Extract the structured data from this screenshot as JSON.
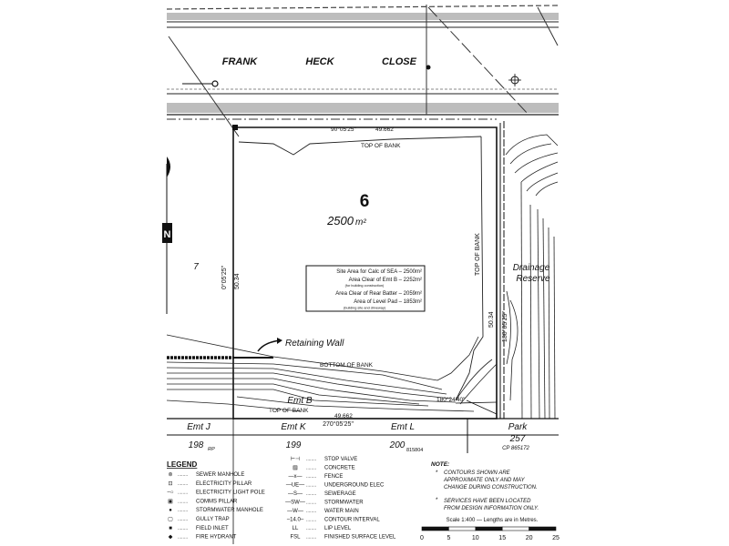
{
  "street": {
    "w1": "FRANK",
    "w2": "HECK",
    "w3": "CLOSE"
  },
  "lot": {
    "number": "6",
    "area": "2500",
    "area_unit": "m²",
    "west_bearing": "0°05'25\"",
    "west_length": "50.34",
    "north_bearing": "90°05'25\"",
    "north_length": "49.662",
    "east_bearing": "180°05'25\"",
    "east_length": "50.34",
    "south_bearing": "270°05'25\"",
    "south_length": "49.662",
    "se_bearing": "180°24'40\""
  },
  "adjacent": {
    "lot7": "7",
    "emt_j": "Emt J",
    "emt_k": "Emt K",
    "emt_l": "Emt L",
    "emt_b": "Emt B",
    "lot198": "198",
    "lot198_plan": "RP",
    "lot199": "199",
    "lot200": "200",
    "lot200_plan": "815804",
    "park": "Park",
    "park_lot": "257",
    "park_plan": "CP 865172"
  },
  "labels": {
    "top_of_bank": "TOP OF BANK",
    "bottom_of_bank": "BOTTOM OF BANK",
    "retaining_wall": "Retaining Wall",
    "drainage1": "Drainage",
    "drainage2": "Reserve",
    "north": "N"
  },
  "areas_box": {
    "l1": "Site Area for Calc of SEA – 2500m²",
    "l2": "Area Clear of Emt B – 2252m²",
    "l3": "(for building construction)",
    "l4": "Area Clear of Rear Batter – 2059m²",
    "l5": "Area of Level Pad – 1853m²",
    "l6": "(building site and driveway)"
  },
  "legend": {
    "title": "LEGEND",
    "left": [
      {
        "sym": "⊚",
        "label": "SEWER MANHOLE"
      },
      {
        "sym": "⊡",
        "label": "ELECTRICITY PILLAR"
      },
      {
        "sym": "–○",
        "label": "ELECTRICITY LIGHT POLE"
      },
      {
        "sym": "▣",
        "label": "COMMS PILLAR"
      },
      {
        "sym": "●",
        "label": "STORMWATER MANHOLE"
      },
      {
        "sym": "▢",
        "label": "GULLY TRAP"
      },
      {
        "sym": "■",
        "label": "FIELD INLET"
      },
      {
        "sym": "◆",
        "label": "FIRE HYDRANT"
      }
    ],
    "right": [
      {
        "sym": "⊢⊣",
        "label": "STOP VALVE"
      },
      {
        "sym": "▨",
        "label": "CONCRETE"
      },
      {
        "sym": "—x—",
        "label": "FENCE"
      },
      {
        "sym": "—UE—",
        "label": "UNDERGROUND ELEC"
      },
      {
        "sym": "—S—",
        "label": "SEWERAGE"
      },
      {
        "sym": "—SW—",
        "label": "STORMWATER"
      },
      {
        "sym": "—W—",
        "label": "WATER MAIN"
      },
      {
        "sym": "–14.0–",
        "label": "CONTOUR INTERVAL"
      },
      {
        "sym": "LL",
        "label": "LIP LEVEL"
      },
      {
        "sym": "FSL",
        "label": "FINISHED SURFACE LEVEL"
      }
    ]
  },
  "note": {
    "title": "NOTE:",
    "n1a": "CONTOURS SHOWN ARE",
    "n1b": "APPROXIMATE ONLY AND MAY",
    "n1c": "CHANGE DURING CONSTRUCTION.",
    "n2a": "SERVICES HAVE BEEN LOCATED",
    "n2b": "FROM DESIGN INFORMATION ONLY."
  },
  "scale": {
    "title": "Scale 1:400 — Lengths are in Metres.",
    "ticks": [
      "0",
      "5",
      "10",
      "15",
      "20",
      "25"
    ]
  }
}
